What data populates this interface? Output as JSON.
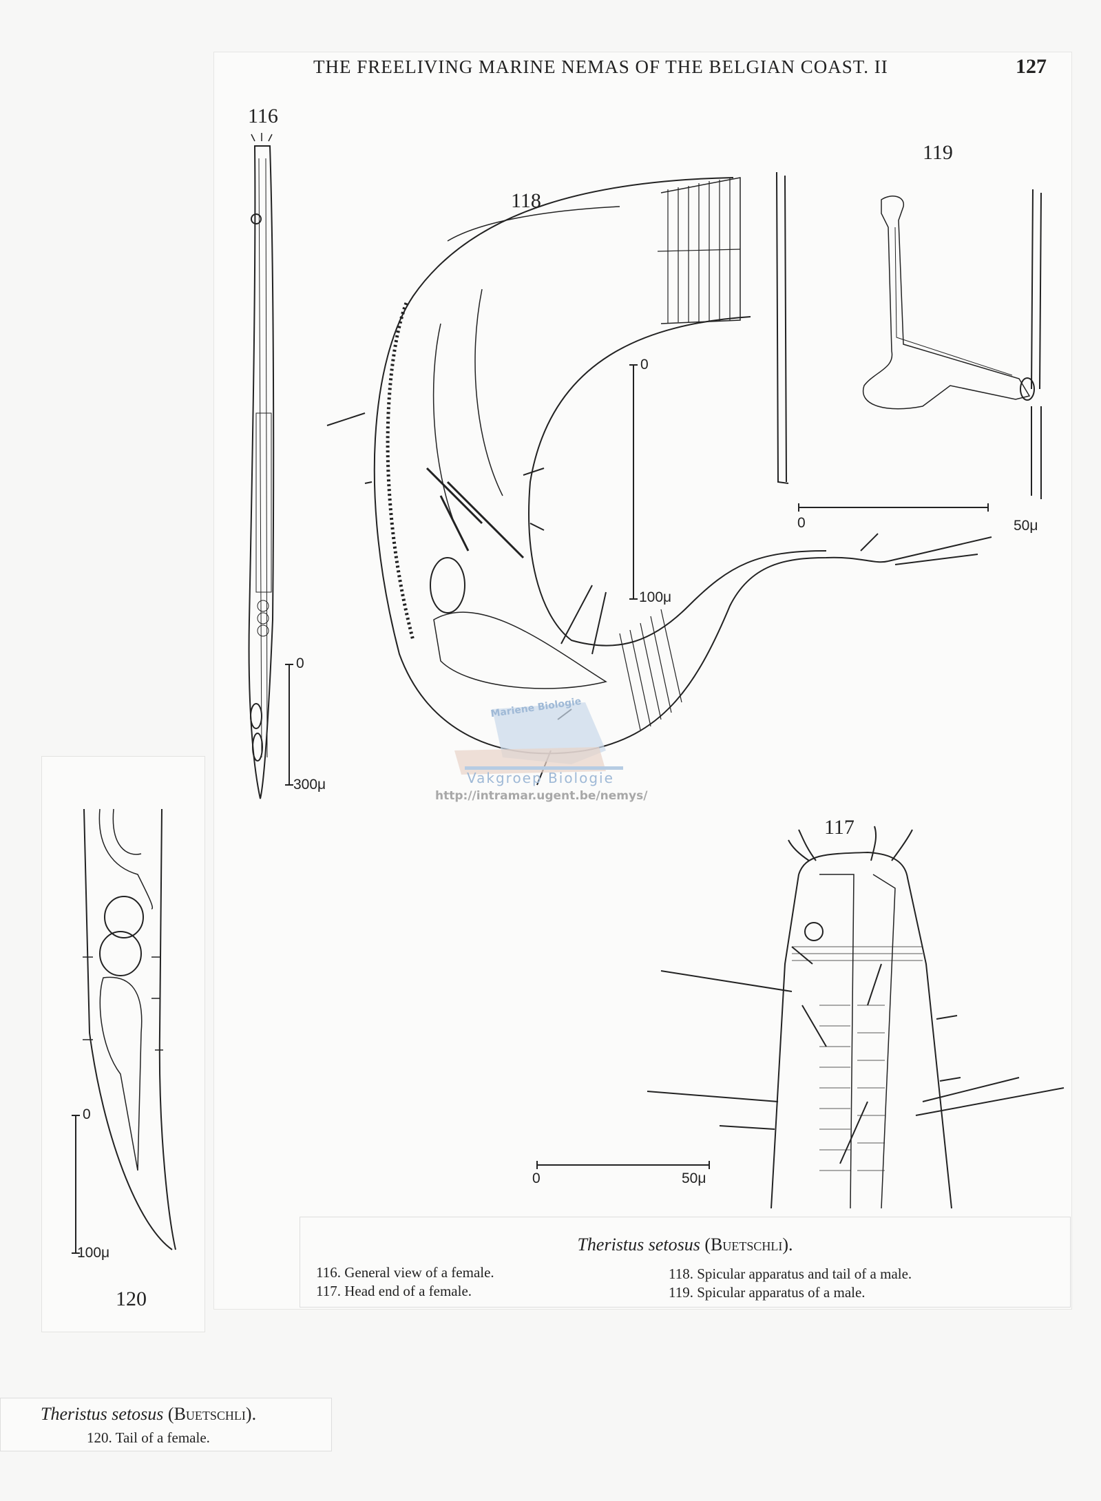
{
  "header": {
    "title": "THE FREELIVING MARINE NEMAS OF THE BELGIAN COAST. II",
    "page_number": "127"
  },
  "figures": {
    "fig116": {
      "label": "116",
      "scale_start": "0",
      "scale_end": "300μ"
    },
    "fig117": {
      "label": "117",
      "scale_start": "0",
      "scale_end": "50μ"
    },
    "fig118": {
      "label": "118",
      "scale_start": "0",
      "scale_end": "100μ"
    },
    "fig119": {
      "label": "119",
      "scale_start": "0",
      "scale_end": "50μ"
    },
    "fig120": {
      "label": "120",
      "scale_start": "0",
      "scale_end": "100μ"
    }
  },
  "caption_main": {
    "species": "Theristus setosus",
    "author": "(Buetschli).",
    "items": [
      "116. General view of a female.",
      "117. Head end of a female.",
      "118. Spicular apparatus and tail of a male.",
      "119. Spicular apparatus of a male."
    ]
  },
  "caption_120": {
    "species": "Theristus setosus",
    "author": "(Buetschli).",
    "item": "120. Tail of a female."
  },
  "watermark": {
    "line1": "Mariene Biologie",
    "line2": "Vakgroep Biologie",
    "url": "http://intramar.ugent.be/nemys/"
  }
}
